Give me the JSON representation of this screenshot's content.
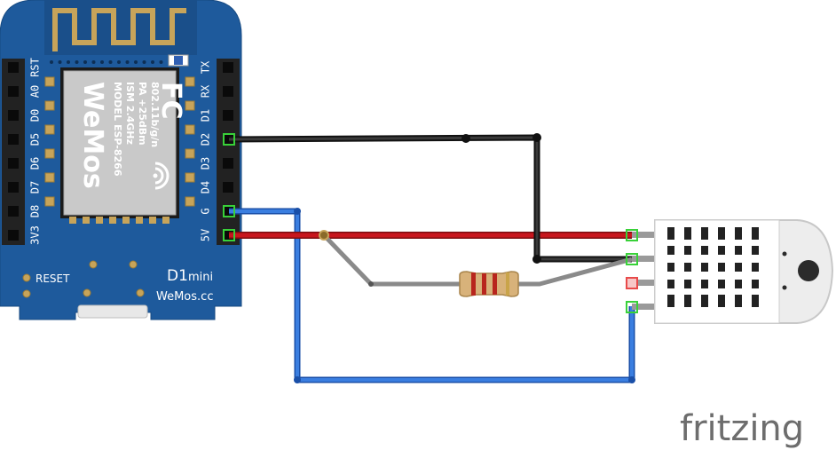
{
  "board": {
    "left_pins": [
      "RST",
      "A0",
      "D0",
      "D5",
      "D6",
      "D7",
      "D8",
      "3V3"
    ],
    "right_pins": [
      "TX",
      "RX",
      "D1",
      "D2",
      "D3",
      "D4",
      "G",
      "5V"
    ],
    "reset_label": "RESET",
    "name_d1": "D1",
    "name_mini": "mini",
    "site": "WeMos.cc",
    "module": {
      "brand": "WeMos",
      "fcc": "FC",
      "model_label": "MODEL",
      "model": "ESP-8266",
      "spec1": "ISM 2.4GHz",
      "spec2": "PA +25dBm",
      "spec3": "802.11b/g/n"
    }
  },
  "watermark": "fritzing",
  "colors": {
    "board": "#1e5a9c",
    "wire_black": "#1c1c1c",
    "wire_red": "#b3141b",
    "wire_blue": "#2f6fd0",
    "wire_gray": "#8a8a8a",
    "connected_pin": "#39d139",
    "unconnected_pin": "#e84a4a"
  }
}
